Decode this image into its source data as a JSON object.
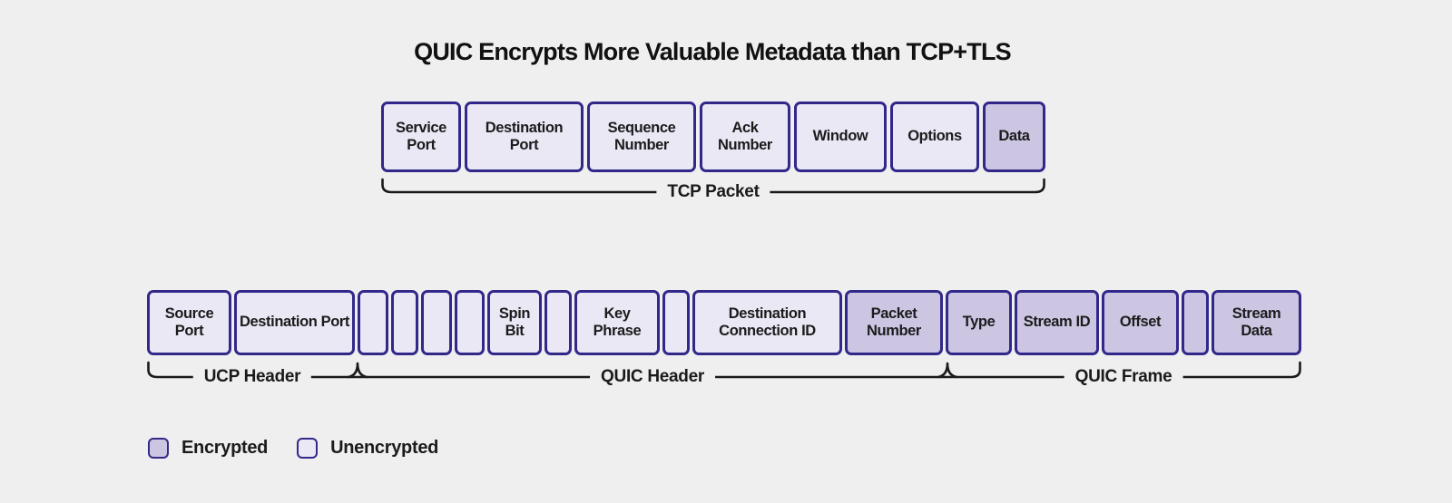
{
  "title": "QUIC Encrypts More Valuable Metadata than TCP+TLS",
  "colors": {
    "background": "#f0eff0",
    "cell_border": "#32288a",
    "encrypted_fill": "#ccc6e3",
    "unencrypted_fill": "#eae8f5",
    "brace": "#1a1a1a",
    "text": "#1b1b1b"
  },
  "tcp": {
    "brace_label": "TCP Packet",
    "cells": [
      {
        "label": "Service Port",
        "encrypted": false,
        "w": 88
      },
      {
        "label": "Destination Port",
        "encrypted": false,
        "w": 131
      },
      {
        "label": "Sequence Number",
        "encrypted": false,
        "w": 120
      },
      {
        "label": "Ack Number",
        "encrypted": false,
        "w": 100
      },
      {
        "label": "Window",
        "encrypted": false,
        "w": 102
      },
      {
        "label": "Options",
        "encrypted": false,
        "w": 98
      },
      {
        "label": "Data",
        "encrypted": true,
        "w": 69
      }
    ]
  },
  "quic": {
    "cells": [
      {
        "label": "Source Port",
        "encrypted": false,
        "w": 93
      },
      {
        "label": "Destination Port",
        "encrypted": false,
        "w": 133
      },
      {
        "label": "",
        "encrypted": false,
        "w": 34
      },
      {
        "label": "",
        "encrypted": false,
        "w": 30
      },
      {
        "label": "",
        "encrypted": false,
        "w": 34
      },
      {
        "label": "",
        "encrypted": false,
        "w": 33
      },
      {
        "label": "Spin Bit",
        "encrypted": false,
        "w": 60
      },
      {
        "label": "",
        "encrypted": false,
        "w": 30
      },
      {
        "label": "Key Phrase",
        "encrypted": false,
        "w": 94
      },
      {
        "label": "",
        "encrypted": false,
        "w": 30
      },
      {
        "label": "Destination Connection ID",
        "encrypted": false,
        "w": 165
      },
      {
        "label": "Packet Number",
        "encrypted": true,
        "w": 108
      },
      {
        "label": "Type",
        "encrypted": true,
        "w": 73
      },
      {
        "label": "Stream ID",
        "encrypted": true,
        "w": 93
      },
      {
        "label": "Offset",
        "encrypted": true,
        "w": 85
      },
      {
        "label": "",
        "encrypted": true,
        "w": 30
      },
      {
        "label": "Stream Data",
        "encrypted": true,
        "w": 99
      }
    ],
    "braces": [
      {
        "label": "UCP Header"
      },
      {
        "label": "QUIC Header"
      },
      {
        "label": "QUIC Frame"
      }
    ]
  },
  "legend": [
    {
      "label": "Encrypted",
      "encrypted": true
    },
    {
      "label": "Unencrypted",
      "encrypted": false
    }
  ]
}
